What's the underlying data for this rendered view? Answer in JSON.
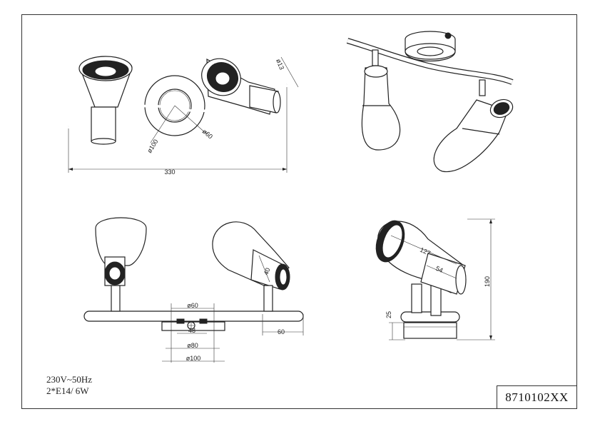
{
  "dimensions": {
    "top_view_width": "330",
    "top_view_tube_dia": "ø13",
    "top_view_plate_outer": "ø100",
    "top_view_plate_inner": "ø60",
    "front_cap_60": "ø60",
    "front_48": "48",
    "front_80": "ø80",
    "front_100": "ø100",
    "front_arm_offset": "60",
    "front_shade_40": "40",
    "side_height": "190",
    "side_base": "25",
    "side_shade_127": "127",
    "side_neck_54": "54"
  },
  "specs": {
    "voltage": "230V~50Hz",
    "bulbs": "2*E14/ 6W"
  },
  "model_number": "8710102XX"
}
